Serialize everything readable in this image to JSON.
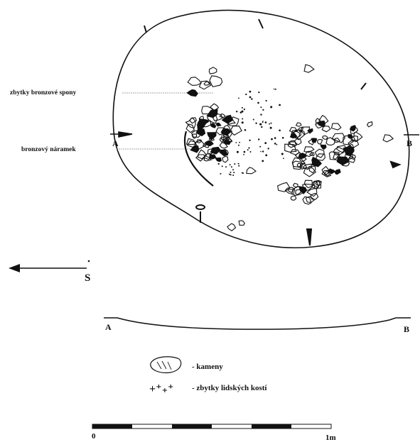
{
  "annotations": {
    "clasp": "zbytky bronzové spony",
    "bracelet": "bronzový náramek"
  },
  "section_labels": {
    "start": "A",
    "end": "B"
  },
  "north_arrow": {
    "label": "S"
  },
  "legend": {
    "stones_label": "- kameny",
    "bones_symbol": "+⁺₊⁺",
    "bones_label": "- zbytky lidských kostí"
  },
  "scale_bar": {
    "start_label": "0",
    "end_label": "1m",
    "segments": 6
  },
  "colors": {
    "ink": "#111111",
    "paper": "#ffffff"
  }
}
